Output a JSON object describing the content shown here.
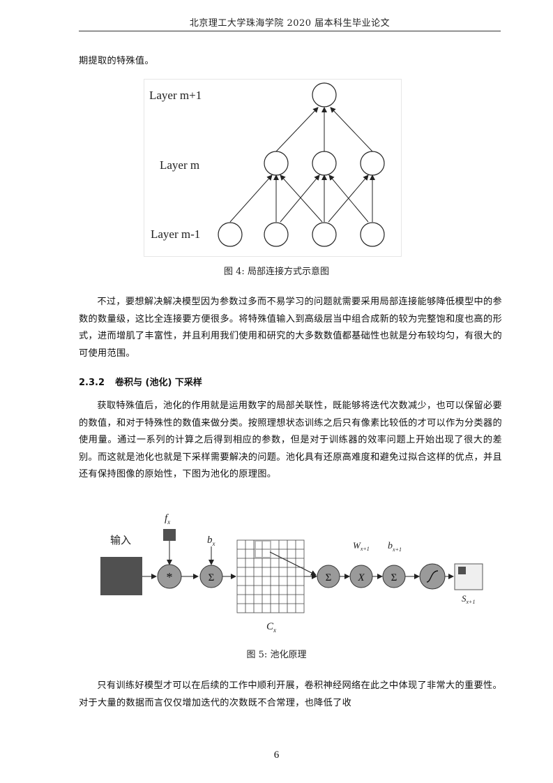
{
  "header": {
    "title": "北京理工大学珠海学院 2020 届本科生毕业论文"
  },
  "body": {
    "para1": "期提取的特殊值。",
    "para2": "不过，要想解决解决模型因为参数过多而不易学习的问题就需要采用局部连接能够降低模型中的参数的数量级，这比全连接要方便很多。将特殊值输入到高级层当中组合成新的较为完整饱和度也高的形式，进而增肌了丰富性，并且利用我们使用和研究的大多数数值都基础性也就是分布较均匀，有很大的可使用范围。",
    "section_number": "2.3.2",
    "section_title": "卷积与 (池化) 下采样",
    "para3": "获取特殊值后，池化的作用就是运用数字的局部关联性，既能够将迭代次数减少，也可以保留必要的数值，和对于特殊性的数值来做分类。按照理想状态训练之后只有像素比较低的才可以作为分类器的使用量。通过一系列的计算之后得到相应的参数，但是对于训练器的效率问题上开始出现了很大的差别。而这就是池化也就是下采样需要解决的问题。池化具有还原高难度和避免过拟合这样的优点，并且还有保持图像的原始性，下图为池化的原理图。",
    "para4": "只有训练好模型才可以在后续的工作中顺利开展，卷积神经网络在此之中体现了非常大的重要性。对于大量的数据而言仅仅增加迭代的次数既不合常理，也降低了收"
  },
  "figure4": {
    "caption": "图 4: 局部连接方式示意图",
    "layer_top": "Layer m+1",
    "layer_mid": "Layer m",
    "layer_bottom": "Layer m-1"
  },
  "figure5": {
    "caption": "图 5: 池化原理",
    "input_label": "输入",
    "f_label": "f",
    "f_sub": "x",
    "b_label": "b",
    "b_sub": "x",
    "conv_symbol": "*",
    "sum_symbol": "Σ",
    "x_symbol": "X",
    "w_label": "W",
    "w_sub": "x+1",
    "b2_label": "b",
    "b2_sub": "x+1",
    "c_label": "C",
    "c_sub": "x",
    "s_label": "S",
    "s_sub": "x+1"
  },
  "footer": {
    "page_number": "6"
  }
}
